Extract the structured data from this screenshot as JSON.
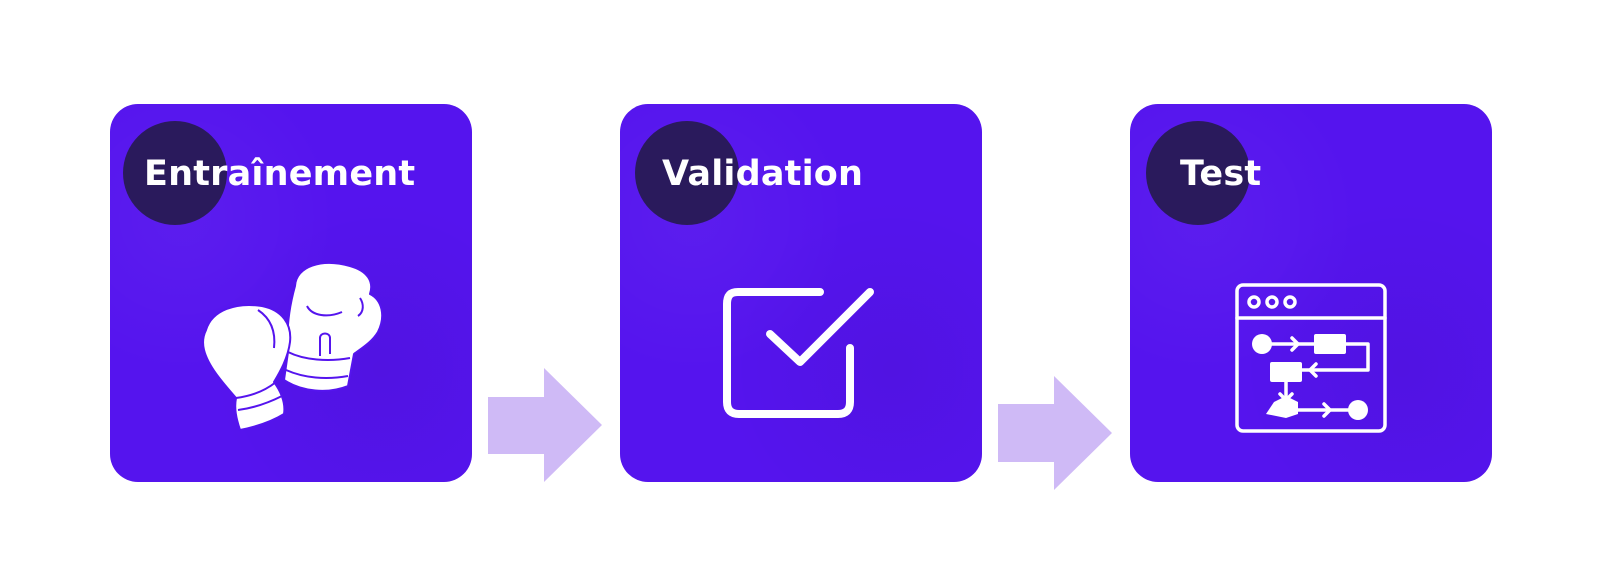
{
  "steps": [
    {
      "label": "Entraînement",
      "icon": "boxing-gloves-icon"
    },
    {
      "label": "Validation",
      "icon": "checkbox-check-icon"
    },
    {
      "label": "Test",
      "icon": "flowchart-window-icon"
    }
  ],
  "colors": {
    "card": "#5514ee",
    "badge": "#2a1a5c",
    "arrow": "#cfbaf6",
    "text": "#ffffff"
  }
}
